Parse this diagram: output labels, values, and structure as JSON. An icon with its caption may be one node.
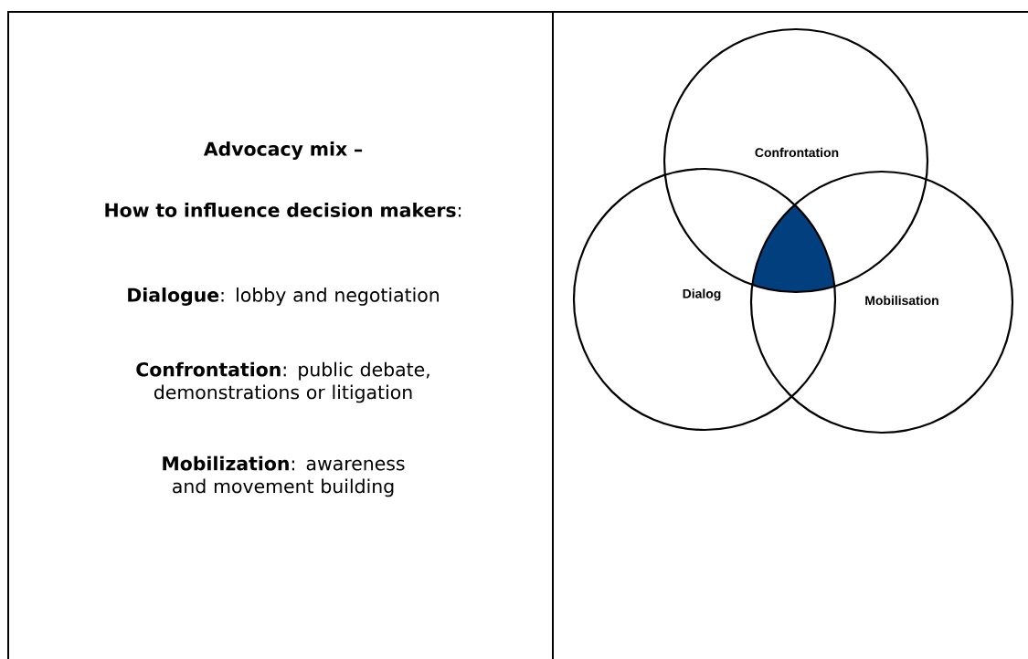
{
  "diagram": {
    "nodes": [
      {
        "text": [
          "Confrontation"
        ]
      },
      {
        "text": [
          "Dialog"
        ]
      },
      {
        "text": [
          "Mobilisation"
        ]
      }
    ],
    "labels": [
      "Advocacy mix –",
      "**How to influence decision makers**:",
      "**Dialogue**: lobby and negotiation",
      "**Confrontation**: public debate, demonstrations or litigation",
      "**Mobilization**: awareness and movement building"
    ]
  }
}
